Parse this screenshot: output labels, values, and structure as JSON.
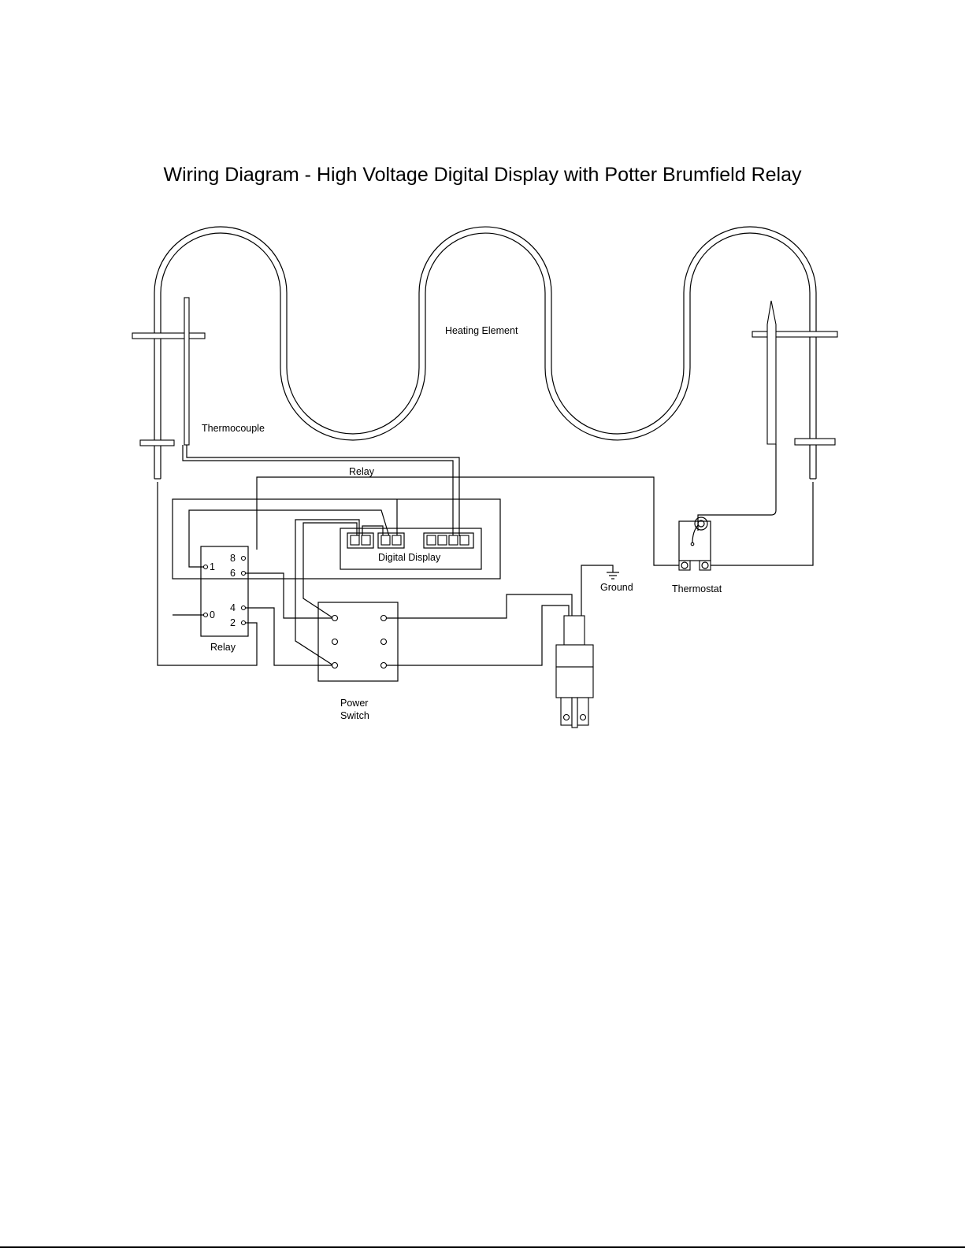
{
  "title": "Wiring Diagram - High Voltage Digital Display with Potter Brumfield Relay",
  "labels": {
    "heating_element": "Heating Element",
    "thermocouple": "Thermocouple",
    "relay_wire": "Relay",
    "digital_display": "Digital Display",
    "ground": "Ground",
    "thermostat": "Thermostat",
    "relay": "Relay",
    "power_switch_line1": "Power",
    "power_switch_line2": "Switch"
  },
  "relay_terminals": {
    "t1": "1",
    "t0": "0",
    "t8": "8",
    "t6": "6",
    "t4": "4",
    "t2": "2"
  }
}
